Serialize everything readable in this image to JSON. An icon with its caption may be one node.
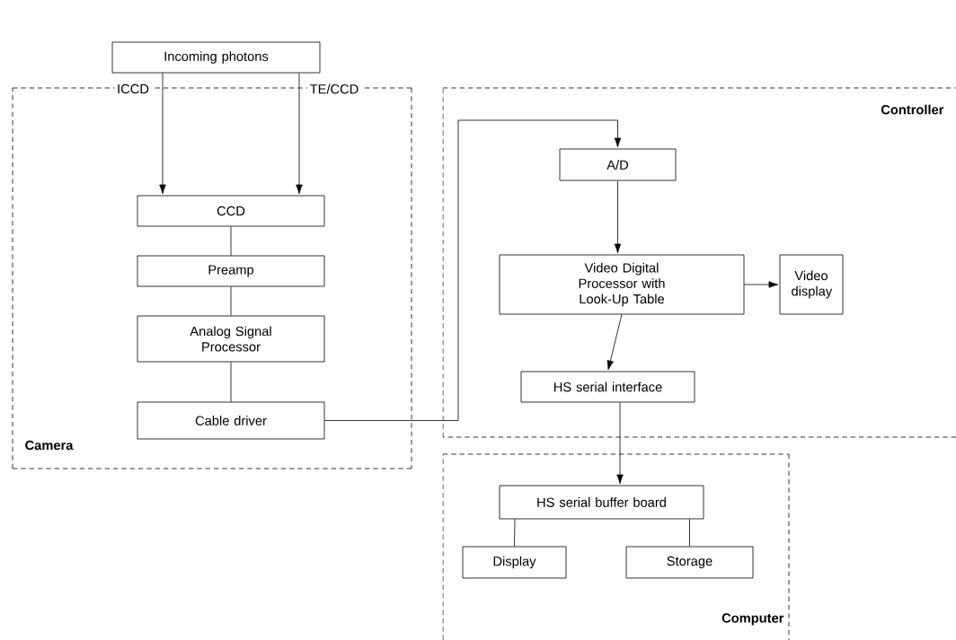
{
  "diagram": {
    "nodes": [
      {
        "text": [
          "Camera"
        ]
      },
      {
        "text": [
          "Controller"
        ]
      },
      {
        "text": [
          "Computer"
        ]
      },
      {
        "text": [
          "Incoming photons"
        ]
      },
      {
        "text": [
          "CCD"
        ],
        "in": 0
      },
      {
        "text": [
          "Preamp"
        ],
        "in": 0
      },
      {
        "text": [
          "Analog Signal Processor"
        ],
        "in": 0
      },
      {
        "text": [
          "Cable driver"
        ],
        "in": 0
      },
      {
        "text": [
          "A/D"
        ],
        "in": 1
      },
      {
        "text": [
          "Video Digital Processor with Look-Up Table"
        ],
        "in": 1
      },
      {
        "text": [
          "Video display"
        ],
        "in": 1
      },
      {
        "text": [
          "HS serial interface"
        ],
        "in": 1
      },
      {
        "text": [
          "HS serial buffer board"
        ],
        "in": 2
      },
      {
        "text": [
          "Display"
        ],
        "in": 2
      },
      {
        "text": [
          "Storage"
        ],
        "in": 2
      }
    ],
    "edges": [
      {
        "from": 3,
        "to": 4,
        "arrow": "to",
        "label": "ICCD"
      },
      {
        "from": 3,
        "to": 4,
        "arrow": "to",
        "label": "TE/CCD"
      },
      {
        "from": 4,
        "to": 5,
        "arrow": "none"
      },
      {
        "from": 5,
        "to": 6,
        "arrow": "none"
      },
      {
        "from": 6,
        "to": 7,
        "arrow": "none"
      },
      {
        "from": 7,
        "to": 8,
        "arrow": "to"
      },
      {
        "from": 8,
        "to": 9,
        "arrow": "to"
      },
      {
        "from": 9,
        "to": 10,
        "arrow": "to"
      },
      {
        "from": 9,
        "to": 11,
        "arrow": "to"
      },
      {
        "from": 11,
        "to": 12,
        "arrow": "to"
      },
      {
        "from": 12,
        "to": 13,
        "arrow": "none"
      },
      {
        "from": 12,
        "to": 14,
        "arrow": "none"
      }
    ]
  }
}
